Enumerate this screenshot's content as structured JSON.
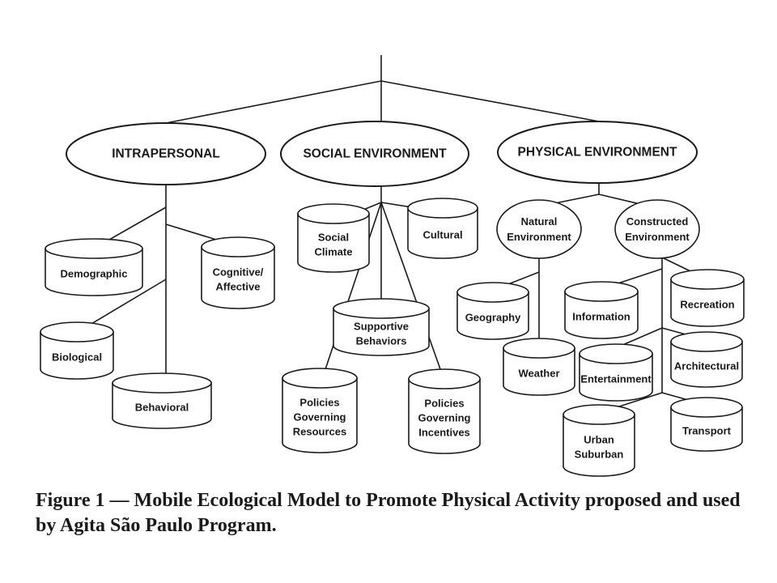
{
  "top_level": [
    {
      "id": "intra",
      "label": "INTRAPERSONAL"
    },
    {
      "id": "social",
      "label": "SOCIAL ENVIRONMENT"
    },
    {
      "id": "physical",
      "label": "PHYSICAL ENVIRONMENT"
    }
  ],
  "sub_groups": [
    {
      "id": "natural",
      "lines": [
        "Natural",
        "Environment"
      ]
    },
    {
      "id": "constructed",
      "lines": [
        "Constructed",
        "Environment"
      ]
    }
  ],
  "factors": [
    {
      "id": "demographic",
      "lines": [
        "Demographic"
      ]
    },
    {
      "id": "cognitive",
      "lines": [
        "Cognitive/",
        "Affective"
      ]
    },
    {
      "id": "biological",
      "lines": [
        "Biological"
      ]
    },
    {
      "id": "behavioral",
      "lines": [
        "Behavioral"
      ]
    },
    {
      "id": "social-climate",
      "lines": [
        "Social",
        "Climate"
      ]
    },
    {
      "id": "cultural",
      "lines": [
        "Cultural"
      ]
    },
    {
      "id": "supportive",
      "lines": [
        "Supportive",
        "Behaviors"
      ]
    },
    {
      "id": "policies-resources",
      "lines": [
        "Policies",
        "Governing",
        "Resources"
      ]
    },
    {
      "id": "policies-incentives",
      "lines": [
        "Policies",
        "Governing",
        "Incentives"
      ]
    },
    {
      "id": "geography",
      "lines": [
        "Geography"
      ]
    },
    {
      "id": "weather",
      "lines": [
        "Weather"
      ]
    },
    {
      "id": "information",
      "lines": [
        "Information"
      ]
    },
    {
      "id": "recreation",
      "lines": [
        "Recreation"
      ]
    },
    {
      "id": "entertainment",
      "lines": [
        "Entertainment"
      ]
    },
    {
      "id": "architectural",
      "lines": [
        "Architectural"
      ]
    },
    {
      "id": "urban",
      "lines": [
        "Urban",
        "Suburban"
      ]
    },
    {
      "id": "transport",
      "lines": [
        "Transport"
      ]
    }
  ],
  "caption": "Figure 1 — Mobile Ecological Model to Promote Physical Activity proposed and used by Agita São Paulo Program."
}
